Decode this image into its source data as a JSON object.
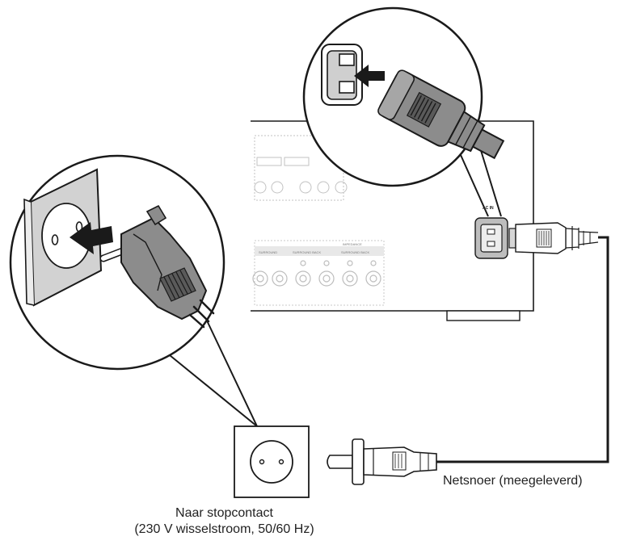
{
  "cord_label": "Netsnoer (meegeleverd)",
  "outlet_caption": {
    "line1": "Naar stopcontact",
    "line2": "(230 V wisselstroom, 50/60 Hz)"
  },
  "panel_labels": {
    "ac_in": "AC IN",
    "surround": "SURROUND",
    "surround_back_1": "SURROUND BACK",
    "surround_back_2": "SURROUND BACK",
    "impedance": "IMPEDANCE"
  },
  "colors": {
    "line": "#1a1a1a",
    "plug_fill": "#8c8c8c",
    "plug_dark": "#5a5a5a",
    "socket_fill": "#d2d2d2",
    "panel_text": "#777777",
    "label_text": "#222222"
  }
}
